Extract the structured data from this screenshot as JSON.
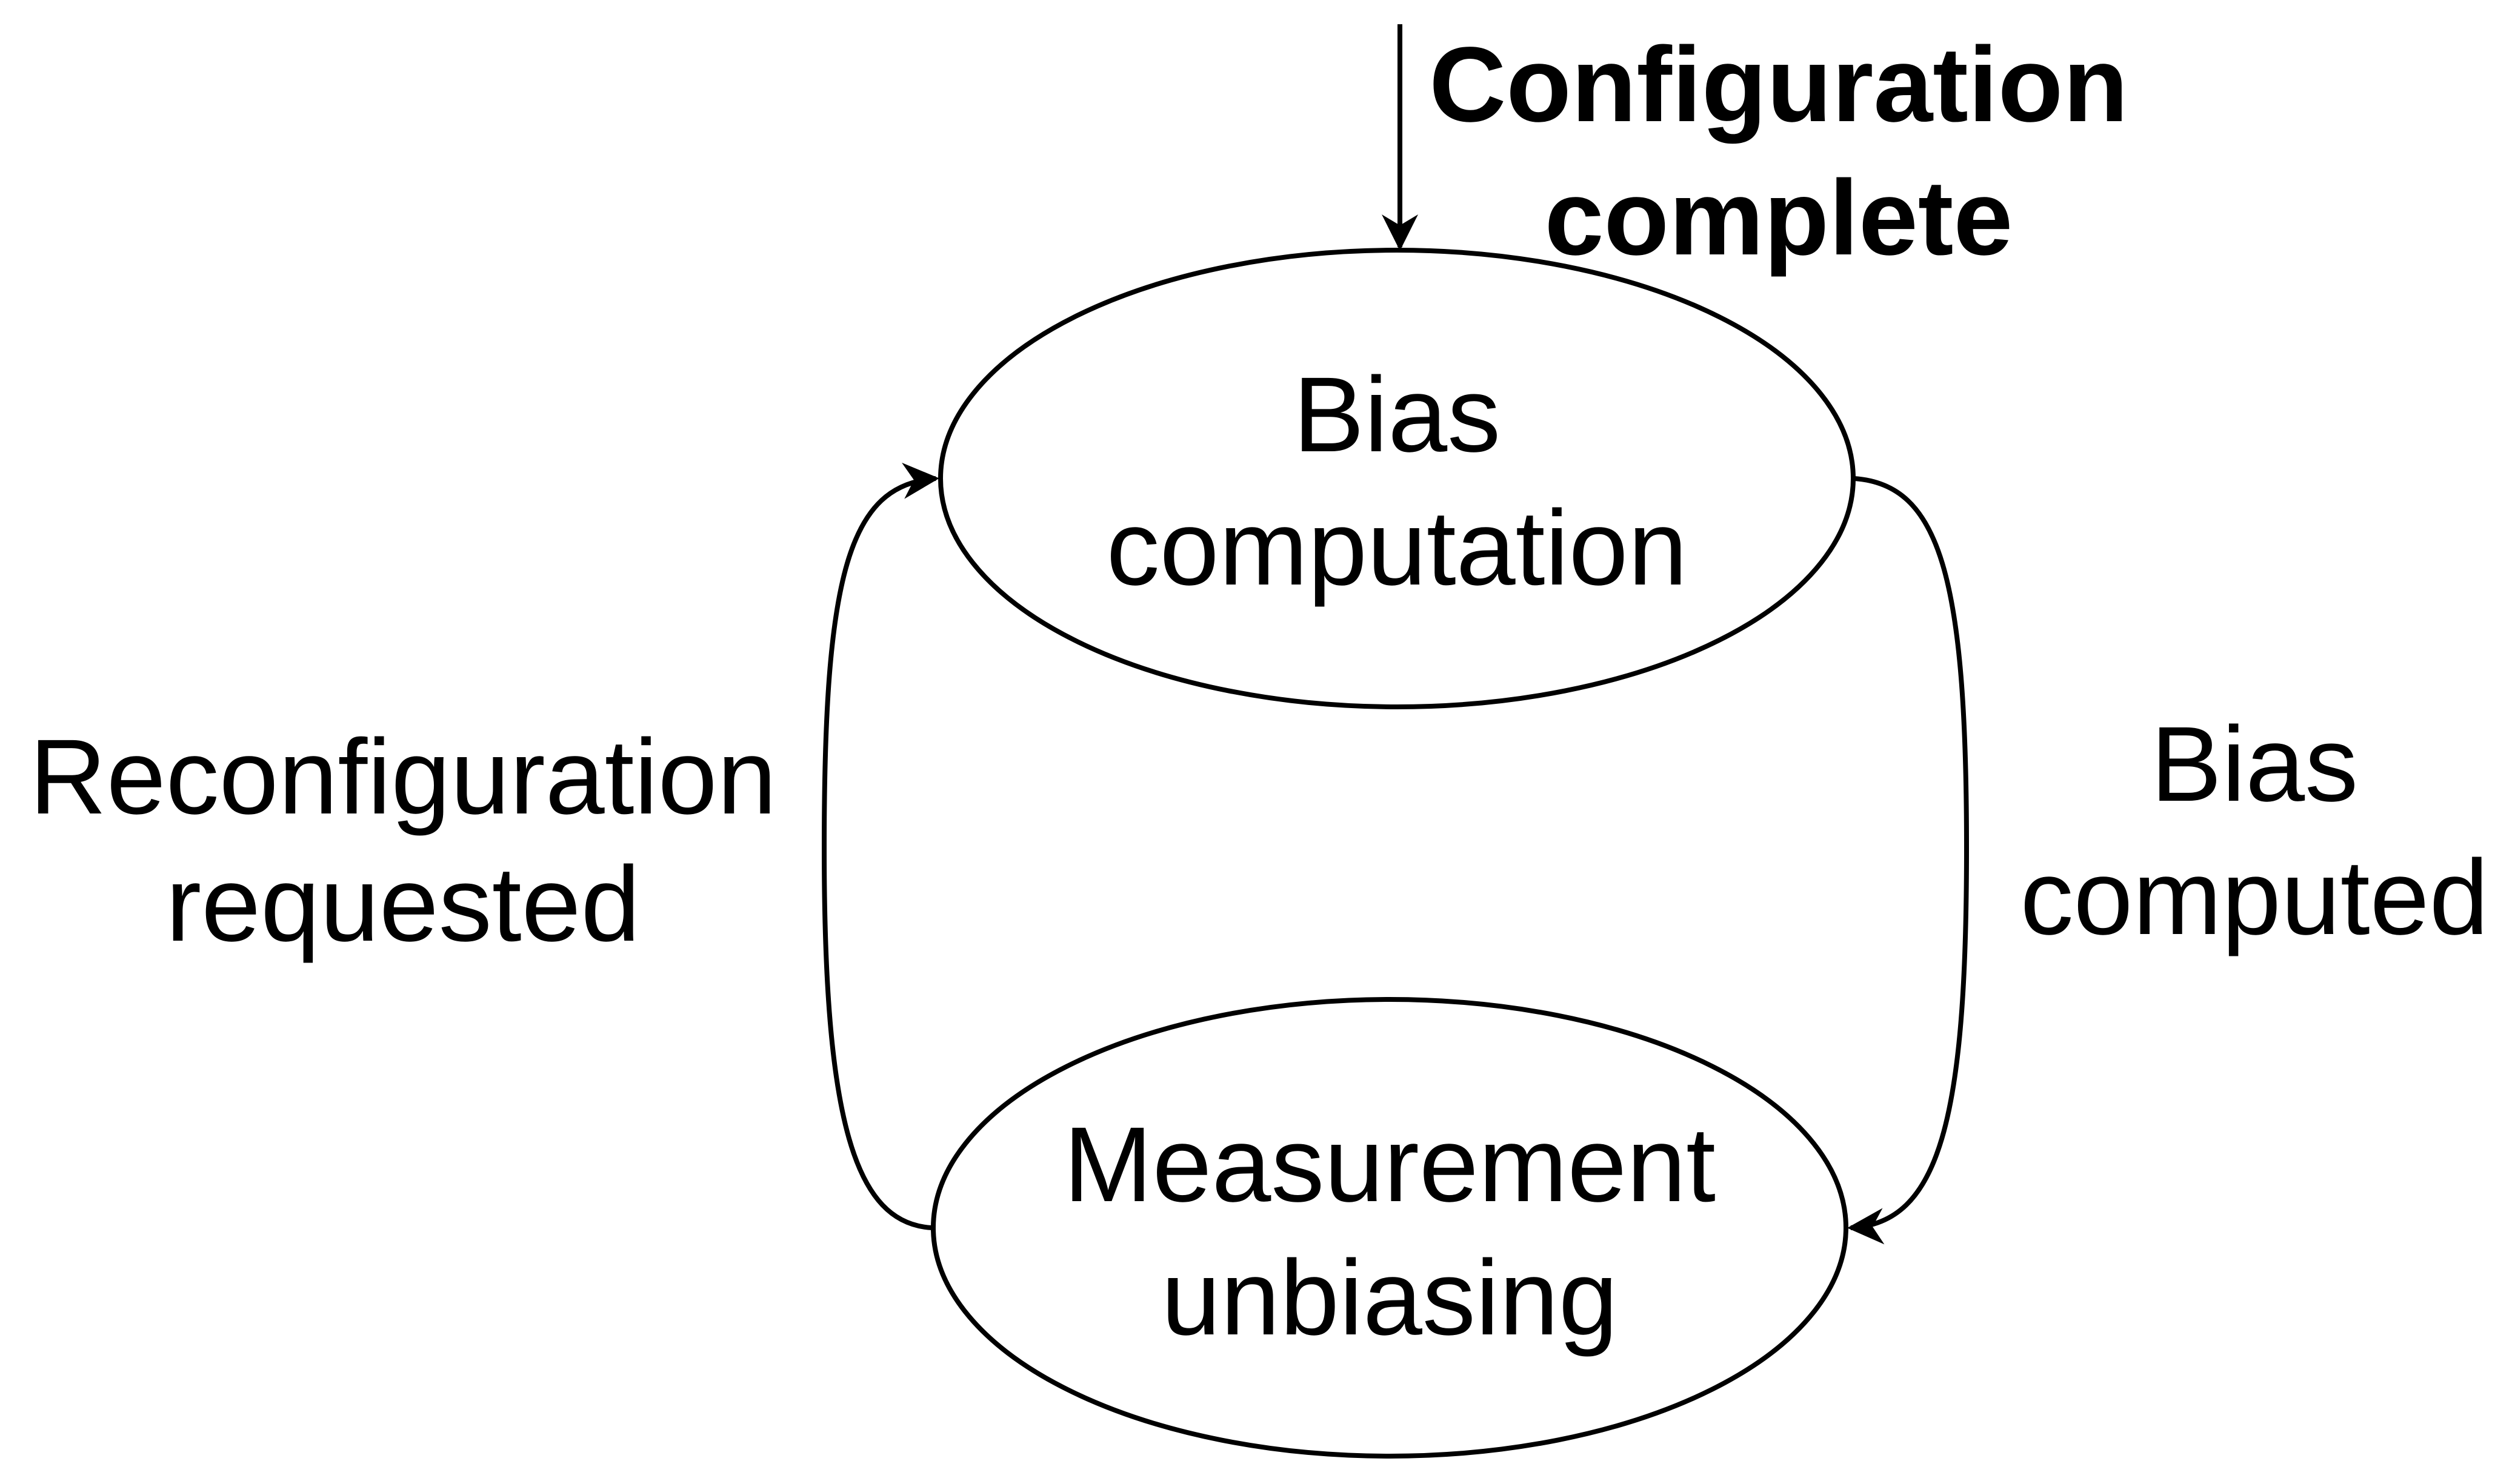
{
  "diagram": {
    "states": [
      {
        "id": "bias-computation",
        "line1": "Bias",
        "line2": "computation"
      },
      {
        "id": "measurement-unbiasing",
        "line1": "Measurement",
        "line2": "unbiasing"
      }
    ],
    "transitions": {
      "initial": {
        "line1": "Configuration",
        "line2": "complete"
      },
      "bias_computed": {
        "line1": "Bias",
        "line2": "computed"
      },
      "reconfiguration_requested": {
        "line1": "Reconfiguration",
        "line2": "requested"
      }
    }
  },
  "colors": {
    "stroke": "#000000",
    "background": "#ffffff"
  }
}
